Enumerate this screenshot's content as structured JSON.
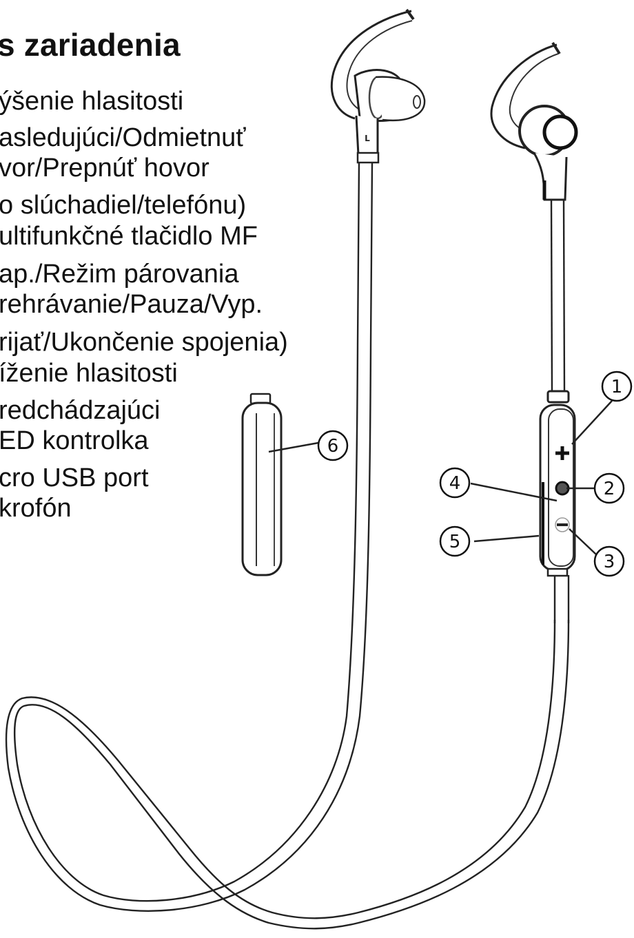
{
  "title": "s zariadenia",
  "description_lines": [
    "ýšenie hlasitosti",
    "asledujúci/Odmietnuť",
    "vor/Prepnúť hovor",
    "o slúchadiel/telefónu)",
    "ultifunkčné tlačidlo MF",
    "ap./Režim párovania",
    "rehrávanie/Pauza/Vyp.",
    "rijať/Ukončenie spojenia)",
    "íženie hlasitosti",
    "redchádzajúci",
    "ED kontrolka",
    "cro USB port",
    "krofón"
  ],
  "diagram": {
    "earbud_left_label": "L",
    "callouts": [
      {
        "number": "1",
        "part": "volume-up-button"
      },
      {
        "number": "2",
        "part": "multifunction-button"
      },
      {
        "number": "3",
        "part": "volume-down-button"
      },
      {
        "number": "4",
        "part": "led-indicator"
      },
      {
        "number": "5",
        "part": "micro-usb-port"
      },
      {
        "number": "6",
        "part": "microphone"
      }
    ]
  }
}
